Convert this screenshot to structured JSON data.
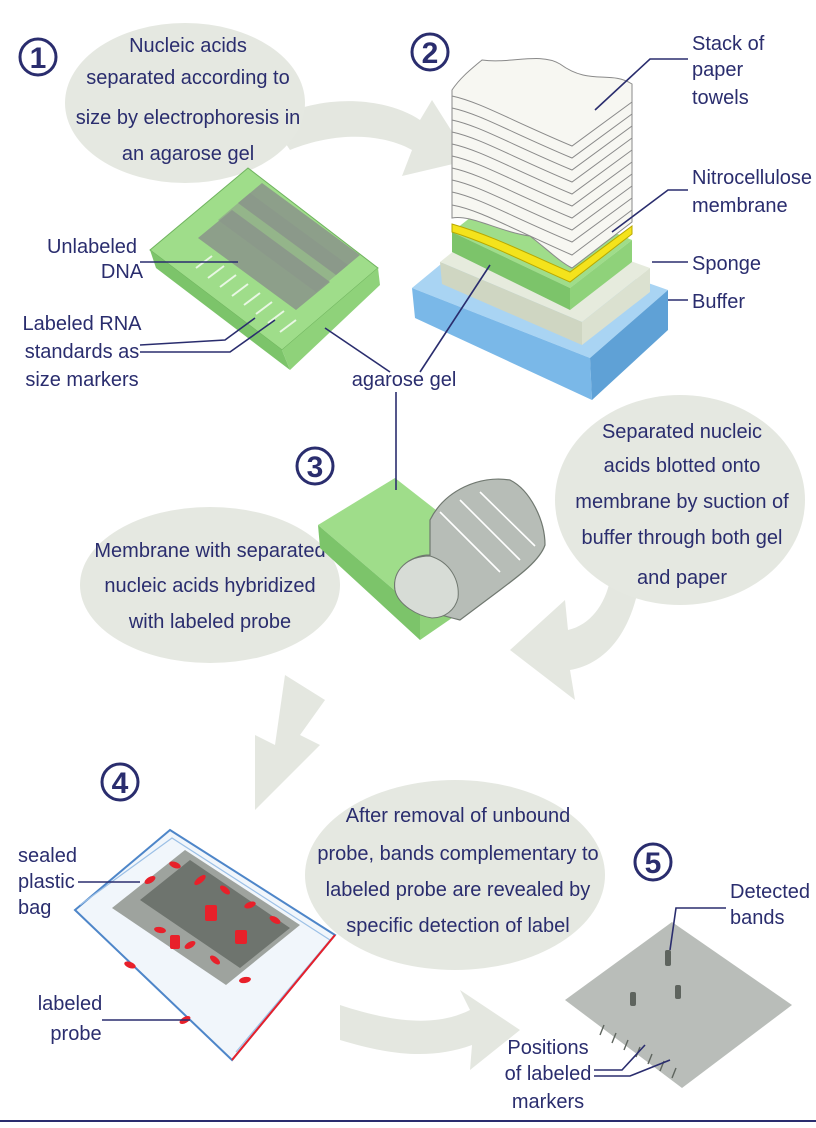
{
  "steps": [
    "1",
    "2",
    "3",
    "4",
    "5"
  ],
  "bubbles": {
    "b1": [
      "Nucleic acids",
      "separated according to",
      "size by electrophoresis in",
      "an agarose gel"
    ],
    "b3": [
      "Membrane with separated",
      "nucleic acids hybridized",
      "with labeled probe"
    ],
    "b_blot": [
      "Separated nucleic",
      "acids blotted onto",
      "membrane by suction of",
      "buffer through both gel",
      "and paper"
    ],
    "b4": [
      "After removal of unbound",
      "probe, bands complementary to",
      "labeled probe are revealed by",
      "specific detection of label"
    ]
  },
  "labels": {
    "unlabeled_dna": [
      "Unlabeled",
      "DNA"
    ],
    "labeled_rna": [
      "Labeled RNA",
      "standards as",
      "size markers"
    ],
    "agarose_gel": "agarose gel",
    "stack": [
      "Stack of",
      "paper",
      "towels"
    ],
    "nitro": [
      "Nitrocellulose",
      "membrane"
    ],
    "sponge": "Sponge",
    "buffer": "Buffer",
    "sealed_bag": [
      "sealed",
      "plastic",
      "bag"
    ],
    "labeled_probe": [
      "labeled",
      "probe"
    ],
    "detected_bands": [
      "Detected",
      "bands"
    ],
    "positions": [
      "Positions",
      "of labeled",
      "markers"
    ]
  },
  "colors": {
    "text": "#2a2d6e",
    "gel_green": "#9fdd8a",
    "gel_dark": "#7cc46a",
    "membrane_yellow": "#f4e31c",
    "buffer_blue": "#7ab8e8",
    "probe_red": "#e8202a",
    "bubble_gray": "#e5e8e1"
  }
}
